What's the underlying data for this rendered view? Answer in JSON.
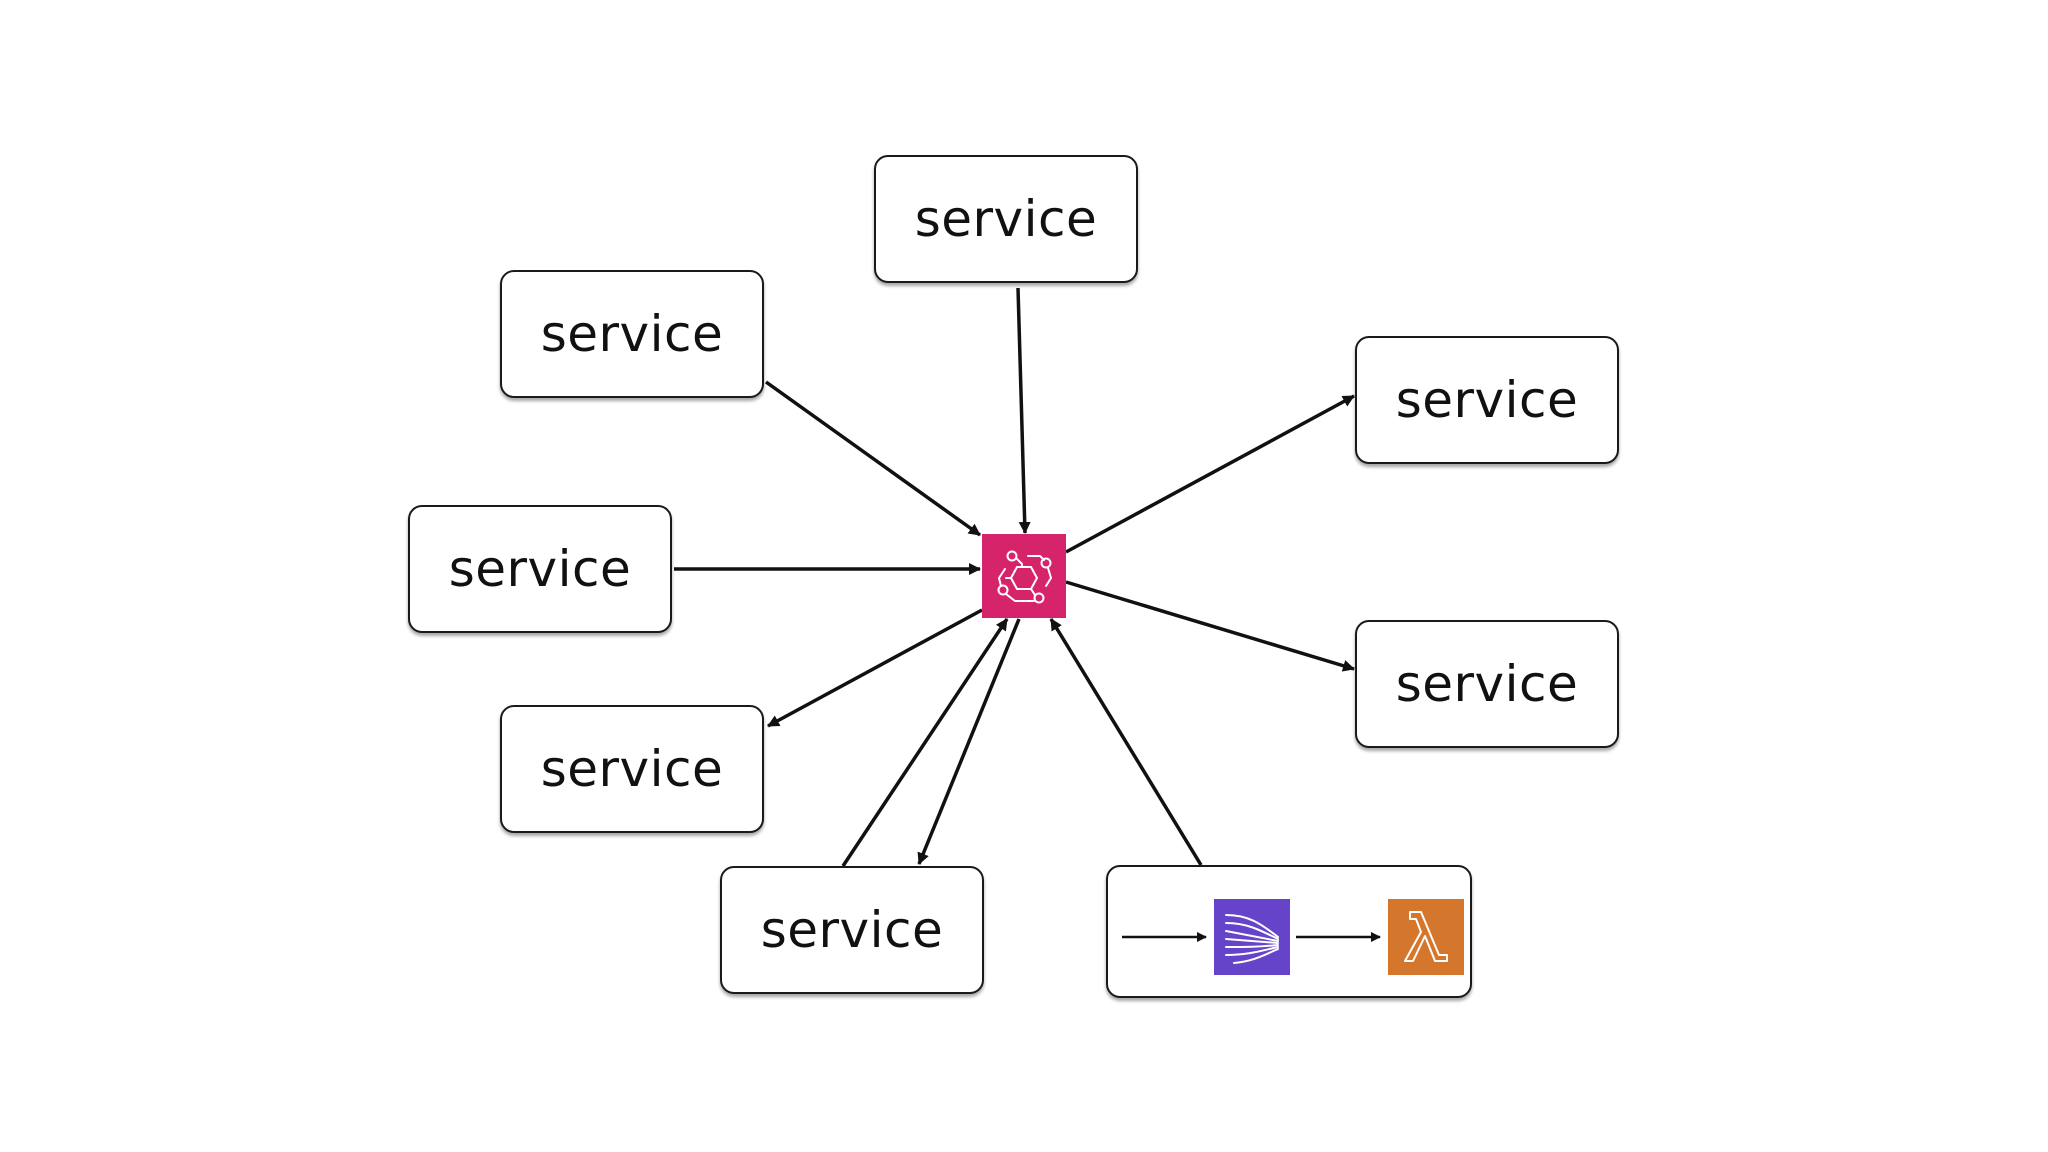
{
  "services": [
    {
      "id": "top",
      "label": "service"
    },
    {
      "id": "upper-left",
      "label": "service"
    },
    {
      "id": "left",
      "label": "service"
    },
    {
      "id": "lower-left",
      "label": "service"
    },
    {
      "id": "bottom",
      "label": "service"
    },
    {
      "id": "upper-right",
      "label": "service"
    },
    {
      "id": "lower-right",
      "label": "service"
    }
  ],
  "central_hub": {
    "icon": "eventbridge-icon",
    "color": "#D6246A"
  },
  "pipeline": {
    "stream_icon": {
      "icon": "kinesis-icon",
      "color": "#6544C9"
    },
    "function_icon": {
      "icon": "lambda-icon",
      "color": "#D4762B"
    }
  },
  "colors": {
    "stroke": "#111111",
    "background": "#ffffff"
  }
}
